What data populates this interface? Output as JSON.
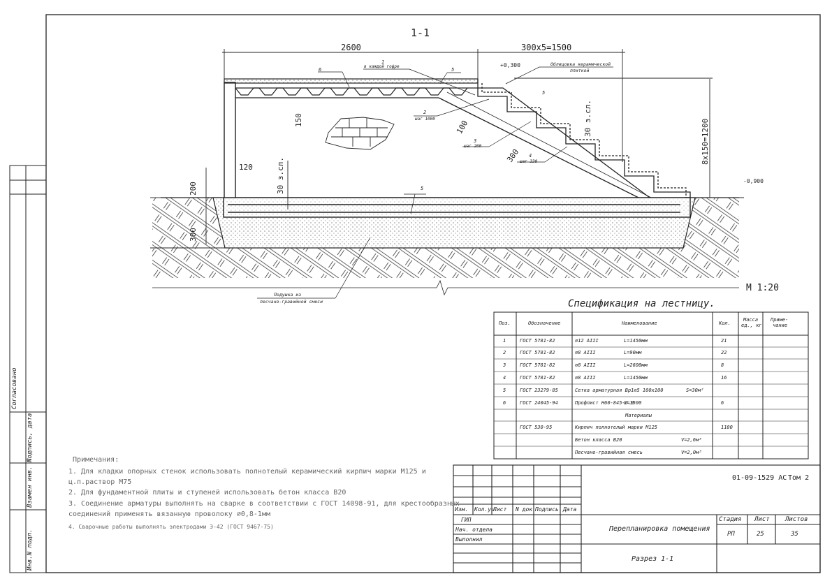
{
  "section_title": "1-1",
  "scale": "М 1:20",
  "dims": {
    "top_left": "2600",
    "top_right": "300x5=1500",
    "level_top": "+0,300",
    "level_bottom": "-0,900",
    "h_150": "150",
    "h_100": "100",
    "h_300": "300",
    "h_120": "120",
    "h_200": "200",
    "h_300b": "300",
    "cover_30a": "30 з.сл.",
    "cover_30b": "30 з.сл.",
    "height_total": "8x150=1200"
  },
  "callouts": {
    "c1_num": "1",
    "c1_text": "в каждой гофре",
    "c2_num": "2",
    "c2_text": "шаг 1000",
    "c3_num": "3",
    "c3_text": "шаг 200",
    "c4_num": "4",
    "c4_text": "шаг 330",
    "c5a": "5",
    "c5b": "5",
    "c5c": "5",
    "c6": "6",
    "tile_1": "Облицовка керамической",
    "tile_2": "плиткой",
    "bed_1": "Подушка из",
    "bed_2": "песчано-гравийной смеси"
  },
  "spec": {
    "title": "Спецификация на лестницу.",
    "headers": {
      "pos": "Поз.",
      "oboz": "Обозначение",
      "name": "Наименование",
      "kol": "Кол.",
      "mass_1": "Масса",
      "mass_2": "ед., кг",
      "prim_1": "Приме-",
      "prim_2": "чание"
    },
    "rows": [
      {
        "pos": "1",
        "oboz": "ГОСТ 5781-82",
        "name": "⌀12 AIII",
        "len": "L=1450мм",
        "kol": "21"
      },
      {
        "pos": "2",
        "oboz": "ГОСТ 5781-82",
        "name": "⌀8 AIII",
        "len": "L=90мм",
        "kol": "22"
      },
      {
        "pos": "3",
        "oboz": "ГОСТ 5781-82",
        "name": "⌀8 AIII",
        "len": "L=2600мм",
        "kol": "8"
      },
      {
        "pos": "4",
        "oboz": "ГОСТ 5781-82",
        "name": "⌀8 AIII",
        "len": "L=1450мм",
        "kol": "16"
      },
      {
        "pos": "5",
        "oboz": "ГОСТ 23279-85",
        "name": "Сетка арматурная Вр1⌀5 100х100",
        "len": "S=30м²",
        "kol": ""
      },
      {
        "pos": "6",
        "oboz": "ГОСТ 24045-94",
        "name": "Профлист Н60-845-0.9",
        "len": "L=1500",
        "kol": "6"
      },
      {
        "pos": "",
        "oboz": "",
        "name": "Материалы",
        "len": "",
        "kol": ""
      },
      {
        "pos": "",
        "oboz": "ГОСТ 530-95",
        "name": "Кирпич полнотелый марки М125",
        "len": "",
        "kol": "1100"
      },
      {
        "pos": "",
        "oboz": "",
        "name": "Бетон класса В20",
        "len": "V=2,6м³",
        "kol": ""
      },
      {
        "pos": "",
        "oboz": "",
        "name": "Песчано-гравийная смесь",
        "len": "V=2,0м³",
        "kol": ""
      }
    ]
  },
  "notes": {
    "title": "Примечания:",
    "items": [
      "1. Для кладки опорных стенок использовать полнотелый керамический кирпич марки М125 и",
      "ц.п.раствор М75",
      "2. Для фундаментной плиты и ступеней использовать бетон класса В20",
      "3. Соединение арматуры выполнять на сварке в соответствии с ГОСТ 14098-91, для крестообразных",
      "соединений применять вязанную проволоку ⌀0,8-1мм",
      "4. Сварочные работы выполнять электродами Э-42 (ГОСТ 9467-75)"
    ]
  },
  "stamp": {
    "code": "01-09-1529 АС",
    "tom": "Том 2",
    "col_izm": "Изм.",
    "col_kuch": "Кол.уч",
    "col_list": "Лист",
    "col_ndok": "N док.",
    "col_podp": "Подпись",
    "col_data": "Дата",
    "gip": "ГИП",
    "nach": "Нач. отдела",
    "vypol": "Выполнил",
    "project": "Перепланировка помещения",
    "stadia_h": "Стадия",
    "list_h": "Лист",
    "listov_h": "Листов",
    "stadia": "РП",
    "list": "25",
    "listov": "35",
    "sheet_title": "Разрез 1-1"
  },
  "left_strip": {
    "soglas": "Согласовано",
    "podp": "Подпись, дата",
    "vzam": "Взамен инв. N",
    "inv": "Инв.N подл."
  }
}
